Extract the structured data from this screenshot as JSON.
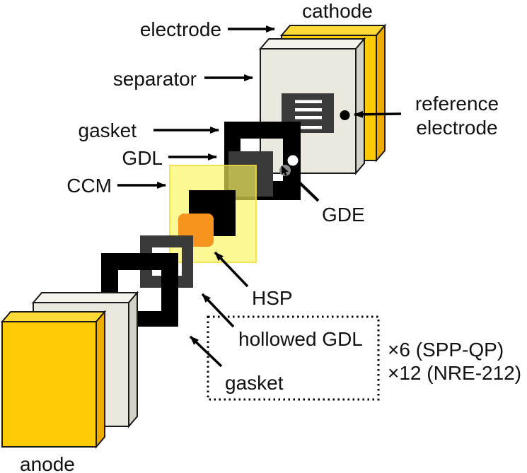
{
  "figure": {
    "type": "exploded-assembly-diagram",
    "labels": {
      "cathode": "cathode",
      "electrode": "electrode",
      "separator": "separator",
      "gasket_cathode": "gasket",
      "gdl": "GDL",
      "ccm": "CCM",
      "reference_electrode_line1": "reference",
      "reference_electrode_line2": "electrode",
      "gde": "GDE",
      "hsp": "HSP",
      "hollowed_gdl": "hollowed GDL",
      "gasket_anode": "gasket",
      "anode": "anode",
      "repeat_count_line1": "×6 (SPP-QP)",
      "repeat_count_line2": "×12 (NRE-212)"
    },
    "colors": {
      "electrode_front": "#FFCB05",
      "electrode_top": "#FFD935",
      "electrode_side": "#EFAC00",
      "separator_front": "#EBE8DF",
      "separator_top": "#F5F3EC",
      "separator_side": "#D4D1C6",
      "frame_black": "#000000",
      "gdl_gray": "#3A3A3A",
      "flow_field": "#3B3B3B",
      "flow_channel_white": "#FFFFFF",
      "ccm_fill": "rgba(251,246,92,0.65)",
      "ccm_edge": "rgba(240,222,60,0.85)",
      "hsp_orange": "#F7941D",
      "reference_dot": "#000000",
      "gde_hole_white": "#FFFFFF",
      "cursor_gray": "#8A8A8A"
    }
  }
}
